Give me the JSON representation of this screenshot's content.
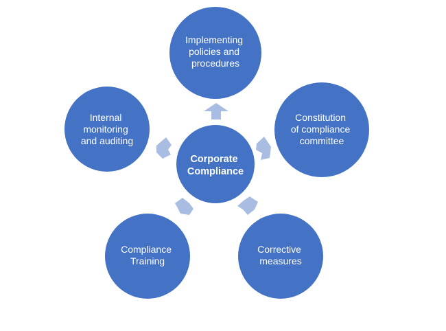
{
  "diagram": {
    "center": {
      "lines": [
        "Corporate",
        "Compliance"
      ]
    },
    "nodes": [
      {
        "id": "implementing",
        "lines": [
          "Implementing",
          "policies and",
          "procedures"
        ]
      },
      {
        "id": "constitution",
        "lines": [
          "Constitution",
          "of compliance",
          "committee"
        ]
      },
      {
        "id": "corrective",
        "lines": [
          "Corrective",
          "measures"
        ]
      },
      {
        "id": "training",
        "lines": [
          "Compliance",
          "Training"
        ]
      },
      {
        "id": "internal",
        "lines": [
          "Internal",
          "monitoring",
          "and auditing"
        ]
      }
    ],
    "colors": {
      "circle": "#4472C4",
      "arrow": "#A9BCE2",
      "text": "#FFFFFF"
    }
  }
}
